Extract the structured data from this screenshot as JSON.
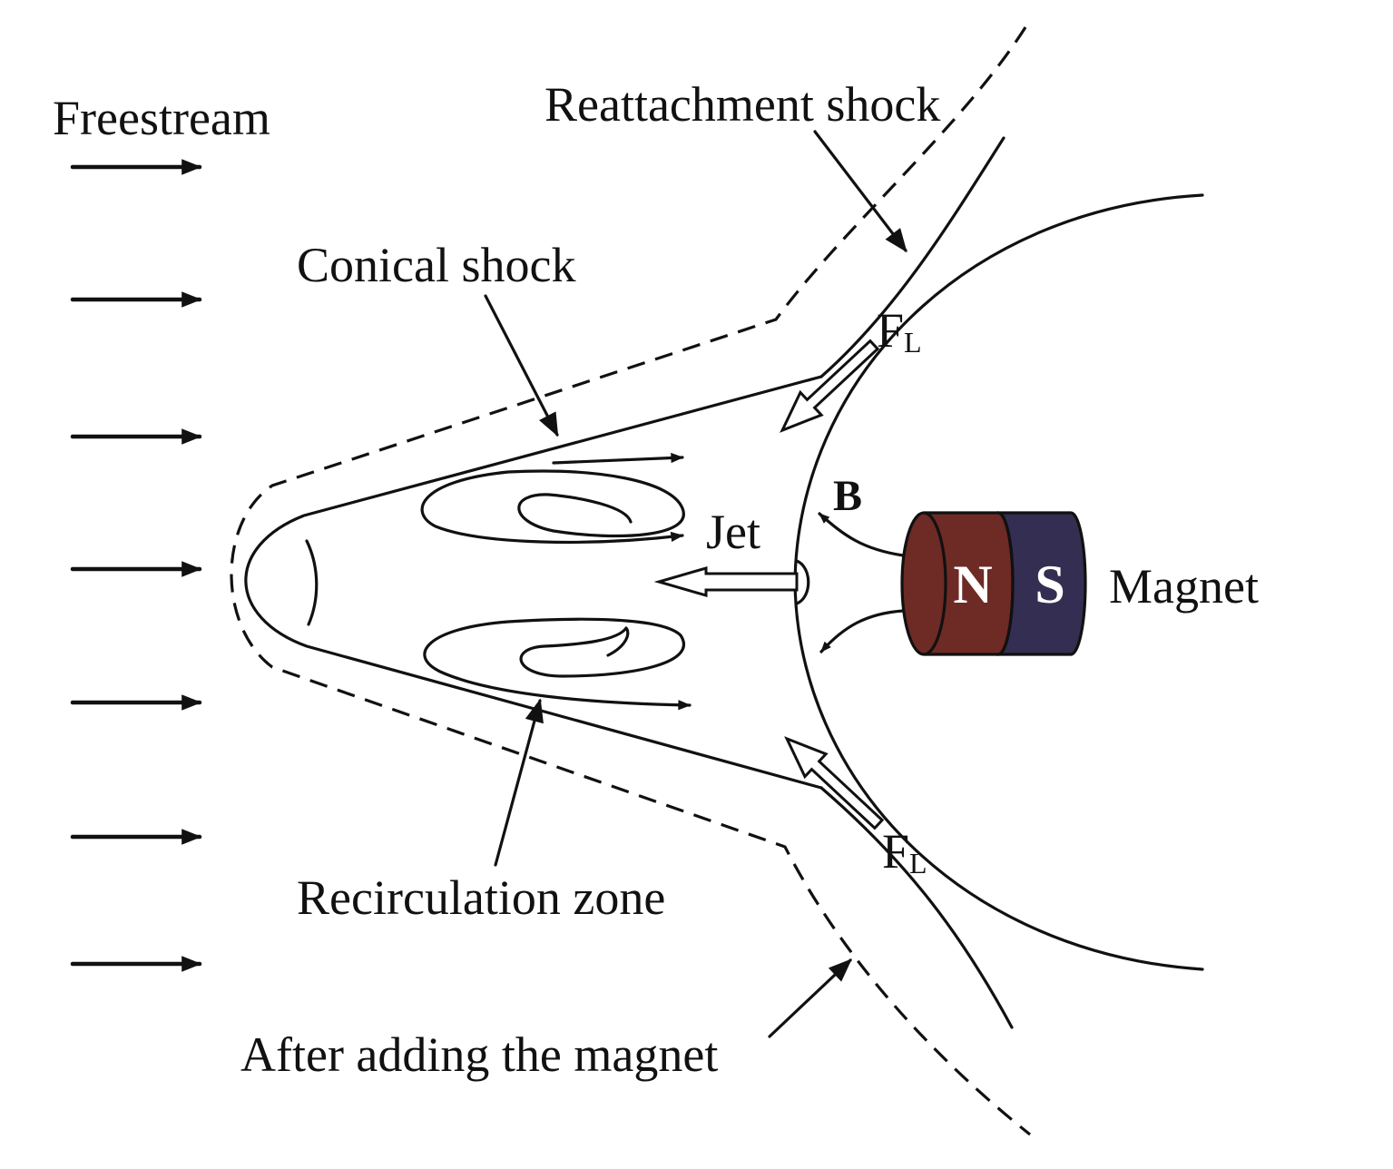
{
  "labels": {
    "freestream": "Freestream",
    "reattachment_shock": "Reattachment shock",
    "conical_shock": "Conical shock",
    "lorentz_force": "F",
    "lorentz_force_subscript": "L",
    "magnetic_field": "B",
    "jet": "Jet",
    "magnet": "Magnet",
    "north_pole": "N",
    "south_pole": "S",
    "recirculation_zone": "Recirculation zone",
    "after_magnet": "After adding the magnet"
  },
  "colors": {
    "north_pole": "#6e2a24",
    "south_pole": "#342e52",
    "line": "#111111"
  }
}
